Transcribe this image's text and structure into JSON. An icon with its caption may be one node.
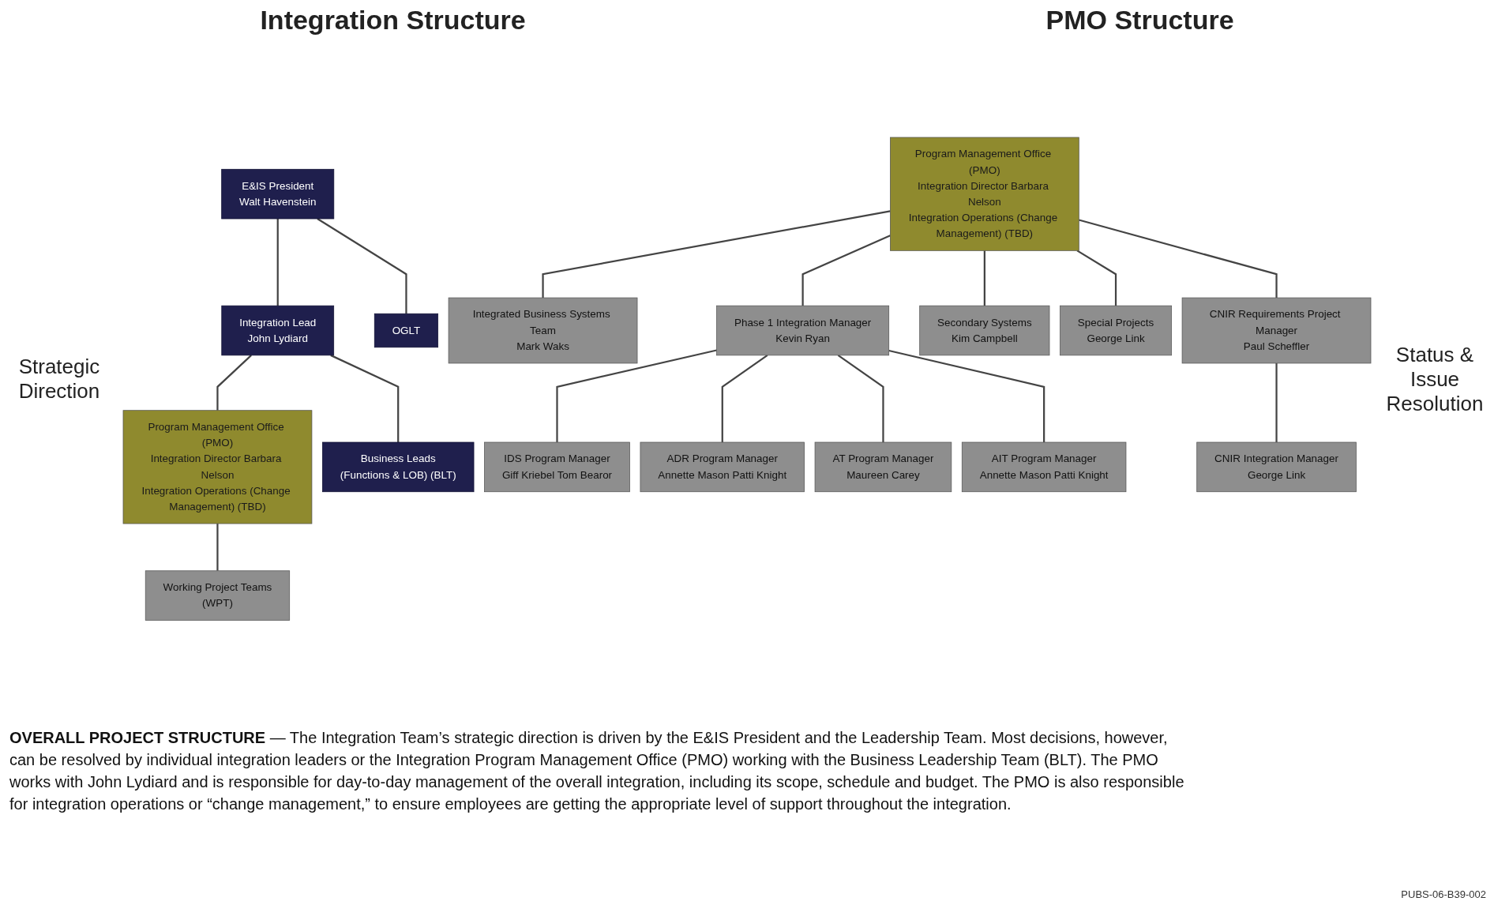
{
  "diagram": {
    "caption": "**OVERALL PROJECT STRUCTURE** — The Integration Team’s strategic direction is driven by the E&IS President and the Leadership Team. Most decisions, however, can be resolved by individual integration leaders or the Integration Program Management Office (PMO) working with the Business Leadership Team (BLT). The PMO works with John Lydiard and is responsible for day-to-day management of the overall integration, including its scope, schedule and budget. The PMO is also responsible for integration operations or “change management,” to ensure employees are getting the appropriate level of support throughout the integration.",
    "nodes": [
      {
        "text": [
          "E&IS President",
          "Walt Havenstein"
        ]
      },
      {
        "text": [
          "Integration Lead",
          "John Lydiard"
        ]
      },
      {
        "text": [
          "OGLT"
        ]
      },
      {
        "text": [
          "Program Management Office (PMO)",
          "Integration Director Barbara Nelson",
          "Integration Operations (Change Management) (TBD)"
        ]
      },
      {
        "text": [
          "Business Leads",
          "(Functions & LOB) (BLT)"
        ]
      },
      {
        "text": [
          "Working Project Teams",
          "(WPT)"
        ]
      },
      {
        "text": [
          "Program Management Office (PMO)",
          "Integration Director Barbara Nelson",
          "Integration Operations (Change Management) (TBD)"
        ]
      },
      {
        "text": [
          "Integrated Business Systems Team",
          "Mark Waks"
        ]
      },
      {
        "text": [
          "Phase 1 Integration Manager",
          "Kevin Ryan"
        ]
      },
      {
        "text": [
          "Secondary Systems",
          "Kim Campbell"
        ]
      },
      {
        "text": [
          "IDS Program Manager",
          "Giff Kriebel Tom Bearor"
        ]
      },
      {
        "text": [
          "Special Projects",
          "George Link"
        ]
      },
      {
        "text": [
          "ADR Program Manager",
          "Annette Mason Patti Knight"
        ]
      },
      {
        "text": [
          "CNIR Requirements Project Manager",
          "Paul Scheffler"
        ]
      },
      {
        "text": [
          "AT Program Manager",
          "Maureen Carey"
        ]
      },
      {
        "text": [
          "CNIR Integration Manager",
          "George Link"
        ]
      },
      {
        "text": [
          "AIT Program Manager",
          "Annette Mason Patti Knight"
        ]
      }
    ],
    "edges": [
      {
        "from": 0,
        "to": 1,
        "arrow": "none"
      },
      {
        "from": 0,
        "to": 2,
        "arrow": "none"
      },
      {
        "from": 1,
        "to": 3,
        "arrow": "none"
      },
      {
        "from": 1,
        "to": 4,
        "arrow": "none"
      },
      {
        "from": 3,
        "to": 5,
        "arrow": "none"
      },
      {
        "from": 6,
        "to": 7,
        "arrow": "none"
      },
      {
        "from": 6,
        "to": 8,
        "arrow": "none"
      },
      {
        "from": 6,
        "to": 9,
        "arrow": "none"
      },
      {
        "from": 6,
        "to": 11,
        "arrow": "none"
      },
      {
        "from": 6,
        "to": 13,
        "arrow": "none"
      },
      {
        "from": 13,
        "to": 15,
        "arrow": "none"
      },
      {
        "from": 8,
        "to": 10,
        "arrow": "none"
      },
      {
        "from": 8,
        "to": 12,
        "arrow": "none"
      },
      {
        "from": 8,
        "to": 14,
        "arrow": "none"
      },
      {
        "from": 8,
        "to": 16,
        "arrow": "none"
      }
    ],
    "labels": [
      "Integration Structure",
      "PMO Structure",
      "Strategic Direction",
      "Status & Issue Resolution",
      "PUBS-06-B39-002"
    ]
  }
}
